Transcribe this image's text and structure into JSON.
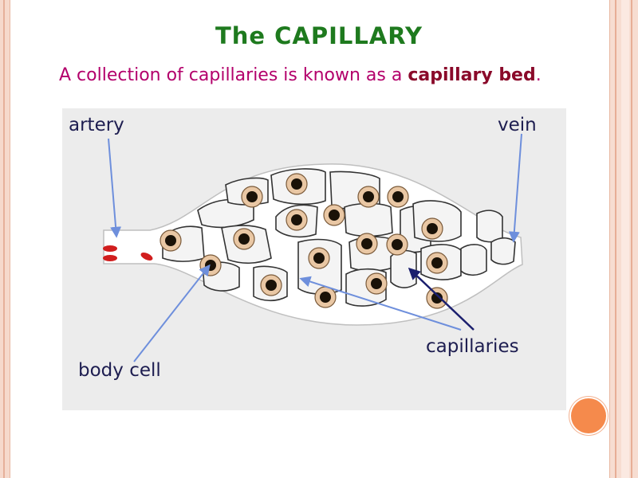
{
  "slide": {
    "title": "The CAPILLARY",
    "subtitle_prefix": "A collection of capillaries is known as a ",
    "subtitle_highlight": "capillary bed",
    "subtitle_suffix": "."
  },
  "diagram": {
    "labels": {
      "artery": "artery",
      "vein": "vein",
      "capillaries": "capillaries",
      "body_cell": "body cell"
    }
  },
  "colors": {
    "title": "#1e7a1e",
    "subtitle": "#b3006b",
    "arrow_light": "#6e8fdc",
    "arrow_dark": "#1b1f6e",
    "cell_fill": "#e9c7a4",
    "nucleus": "#1a1208",
    "red_blood_cell": "#d11e1e"
  }
}
